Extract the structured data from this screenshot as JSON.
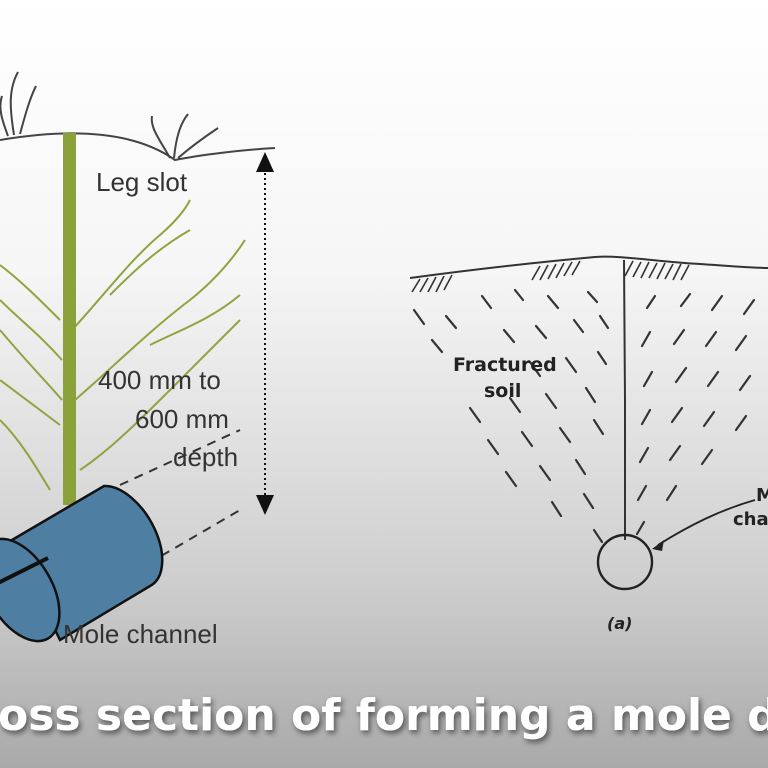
{
  "left_diagram": {
    "leg_slot_label": "Leg slot",
    "depth_label_line1": "400 mm to",
    "depth_label_line2": "600 mm",
    "depth_label_line3": "depth",
    "mole_channel_label": "Mole channel"
  },
  "right_diagram": {
    "fractured_soil_line1": "Fractured",
    "fractured_soil_line2": "soil",
    "mole_channel_line1": "M",
    "mole_channel_line2": "cha",
    "figure_tag": "(a)"
  },
  "caption": "oss section of forming a mole dr",
  "colors": {
    "leg": "#8ba23a",
    "root": "#8fa43e",
    "channel": "#4e7fa2",
    "caption": "#ffffff"
  }
}
